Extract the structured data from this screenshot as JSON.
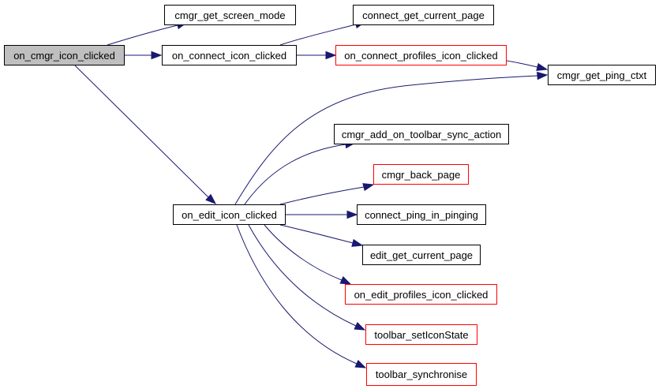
{
  "diagram": {
    "type": "call-graph",
    "colors": {
      "edge": "#191970",
      "root_fill": "#bfbfbf",
      "node_border": "#000000",
      "undocumented_border": "#ff0000",
      "background": "#ffffff"
    },
    "nodes": [
      {
        "id": "n0",
        "label": "on_cmgr_icon_clicked",
        "style": "root"
      },
      {
        "id": "n1",
        "label": "cmgr_get_screen_mode",
        "style": "normal"
      },
      {
        "id": "n2",
        "label": "on_connect_icon_clicked",
        "style": "normal"
      },
      {
        "id": "n3",
        "label": "on_edit_icon_clicked",
        "style": "normal"
      },
      {
        "id": "n4",
        "label": "connect_get_current_page",
        "style": "normal"
      },
      {
        "id": "n5",
        "label": "on_connect_profiles_icon_clicked",
        "style": "red"
      },
      {
        "id": "n6",
        "label": "cmgr_get_ping_ctxt",
        "style": "normal"
      },
      {
        "id": "n7",
        "label": "cmgr_add_on_toolbar_sync_action",
        "style": "normal"
      },
      {
        "id": "n8",
        "label": "cmgr_back_page",
        "style": "red"
      },
      {
        "id": "n9",
        "label": "connect_ping_in_pinging",
        "style": "normal"
      },
      {
        "id": "n10",
        "label": "edit_get_current_page",
        "style": "normal"
      },
      {
        "id": "n11",
        "label": "on_edit_profiles_icon_clicked",
        "style": "red"
      },
      {
        "id": "n12",
        "label": "toolbar_setIconState",
        "style": "red"
      },
      {
        "id": "n13",
        "label": "toolbar_synchronise",
        "style": "red"
      }
    ],
    "edges": [
      {
        "from": "n0",
        "to": "n1"
      },
      {
        "from": "n0",
        "to": "n2"
      },
      {
        "from": "n0",
        "to": "n3"
      },
      {
        "from": "n2",
        "to": "n4"
      },
      {
        "from": "n2",
        "to": "n5"
      },
      {
        "from": "n5",
        "to": "n6"
      },
      {
        "from": "n3",
        "to": "n6"
      },
      {
        "from": "n3",
        "to": "n7"
      },
      {
        "from": "n3",
        "to": "n8"
      },
      {
        "from": "n3",
        "to": "n9"
      },
      {
        "from": "n3",
        "to": "n10"
      },
      {
        "from": "n3",
        "to": "n11"
      },
      {
        "from": "n3",
        "to": "n12"
      },
      {
        "from": "n3",
        "to": "n13"
      }
    ]
  }
}
